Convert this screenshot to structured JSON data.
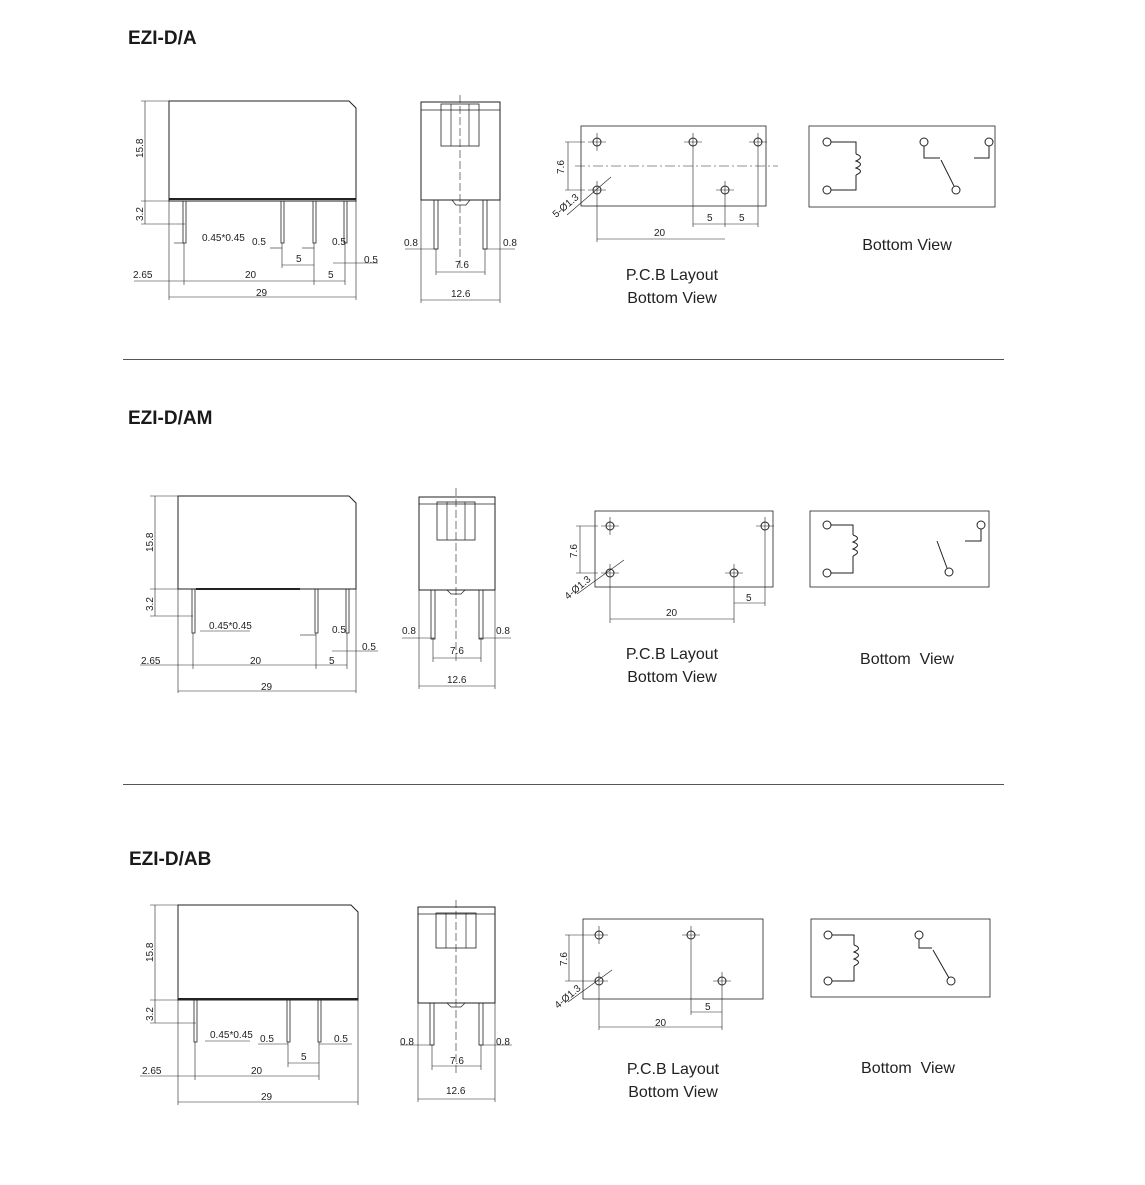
{
  "colors": {
    "line": "#222222",
    "thin": "#333333",
    "dash": "#555555",
    "rule": "#555555",
    "text": "#222222"
  },
  "sections": [
    {
      "title": "EZI-D/A",
      "side_dims": {
        "height": "15.8",
        "pin_len": "3.2",
        "pin_size": "0.45*0.45",
        "gap1": "0.5",
        "gap2": "0.5",
        "gap3": "0.5",
        "pitch_a": "5",
        "pitch_b": "5",
        "offset": "2.65",
        "span": "20",
        "length": "29"
      },
      "end_dims": {
        "left_pin": "0.8",
        "right_pin": "0.8",
        "pin_span": "7.6",
        "width": "12.6"
      },
      "pcb_dims": {
        "height": "7.6",
        "holes": "5-Ø1.3",
        "span": "20",
        "pitch_a": "5",
        "pitch_b": "5"
      },
      "pcb_caption": [
        "P.C.B Layout",
        "Bottom View"
      ],
      "bottom_caption": "Bottom View"
    },
    {
      "title": "EZI-D/AM",
      "side_dims": {
        "height": "15.8",
        "pin_len": "3.2",
        "pin_size": "0.45*0.45",
        "gap1": "0.5",
        "gap2": "0.5",
        "pitch_a": "5",
        "offset": "2.65",
        "span": "20",
        "length": "29"
      },
      "end_dims": {
        "left_pin": "0.8",
        "right_pin": "0.8",
        "pin_span": "7.6",
        "width": "12.6"
      },
      "pcb_dims": {
        "height": "7.6",
        "holes": "4-Ø1.3",
        "span": "20",
        "pitch_a": "5"
      },
      "pcb_caption": [
        "P.C.B Layout",
        "Bottom View"
      ],
      "bottom_caption": "Bottom  View"
    },
    {
      "title": "EZI-D/AB",
      "side_dims": {
        "height": "15.8",
        "pin_len": "3.2",
        "pin_size": "0.45*0.45",
        "gap1": "0.5",
        "gap2": "0.5",
        "pitch_a": "5",
        "offset": "2.65",
        "span": "20",
        "length": "29"
      },
      "end_dims": {
        "left_pin": "0.8",
        "right_pin": "0.8",
        "pin_span": "7.6",
        "width": "12.6"
      },
      "pcb_dims": {
        "height": "7.6",
        "holes": "4-Ø1.3",
        "span": "20",
        "pitch_a": "5"
      },
      "pcb_caption": [
        "P.C.B Layout",
        "Bottom View"
      ],
      "bottom_caption": "Bottom  View"
    }
  ]
}
